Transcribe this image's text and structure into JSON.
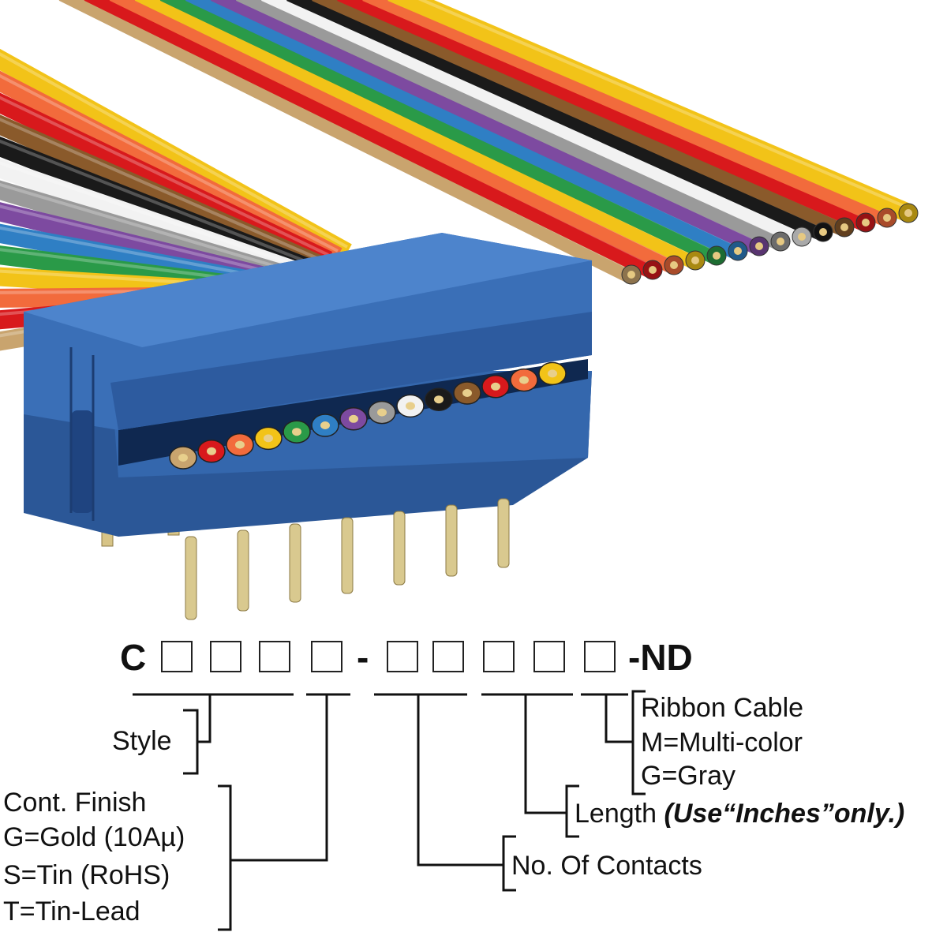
{
  "part_number": {
    "prefix": "C",
    "dash1": "-",
    "suffix": "-ND"
  },
  "style": {
    "label": "Style"
  },
  "finish": {
    "title": "Cont. Finish",
    "options": [
      "G=Gold (10Aµ)",
      "S=Tin (RoHS)",
      "T=Tin-Lead"
    ]
  },
  "contacts": {
    "label": "No. Of Contacts"
  },
  "length": {
    "label": "Length ",
    "note": "(Use“Inches”only.)"
  },
  "cable": {
    "title": "Ribbon Cable",
    "options": [
      "M=Multi-color",
      "G=Gray"
    ]
  },
  "colors": {
    "connector": "#2f5fa3",
    "wires": [
      "#c9a46e",
      "#d8191c",
      "#f26b3c",
      "#f2c318",
      "#2a9a48",
      "#2f7fc4",
      "#7d4aa0",
      "#9a9a9a",
      "#f2f2f2",
      "#1a1a1a",
      "#8a5a2b",
      "#d8191c",
      "#f26b3c",
      "#f2c318"
    ]
  }
}
